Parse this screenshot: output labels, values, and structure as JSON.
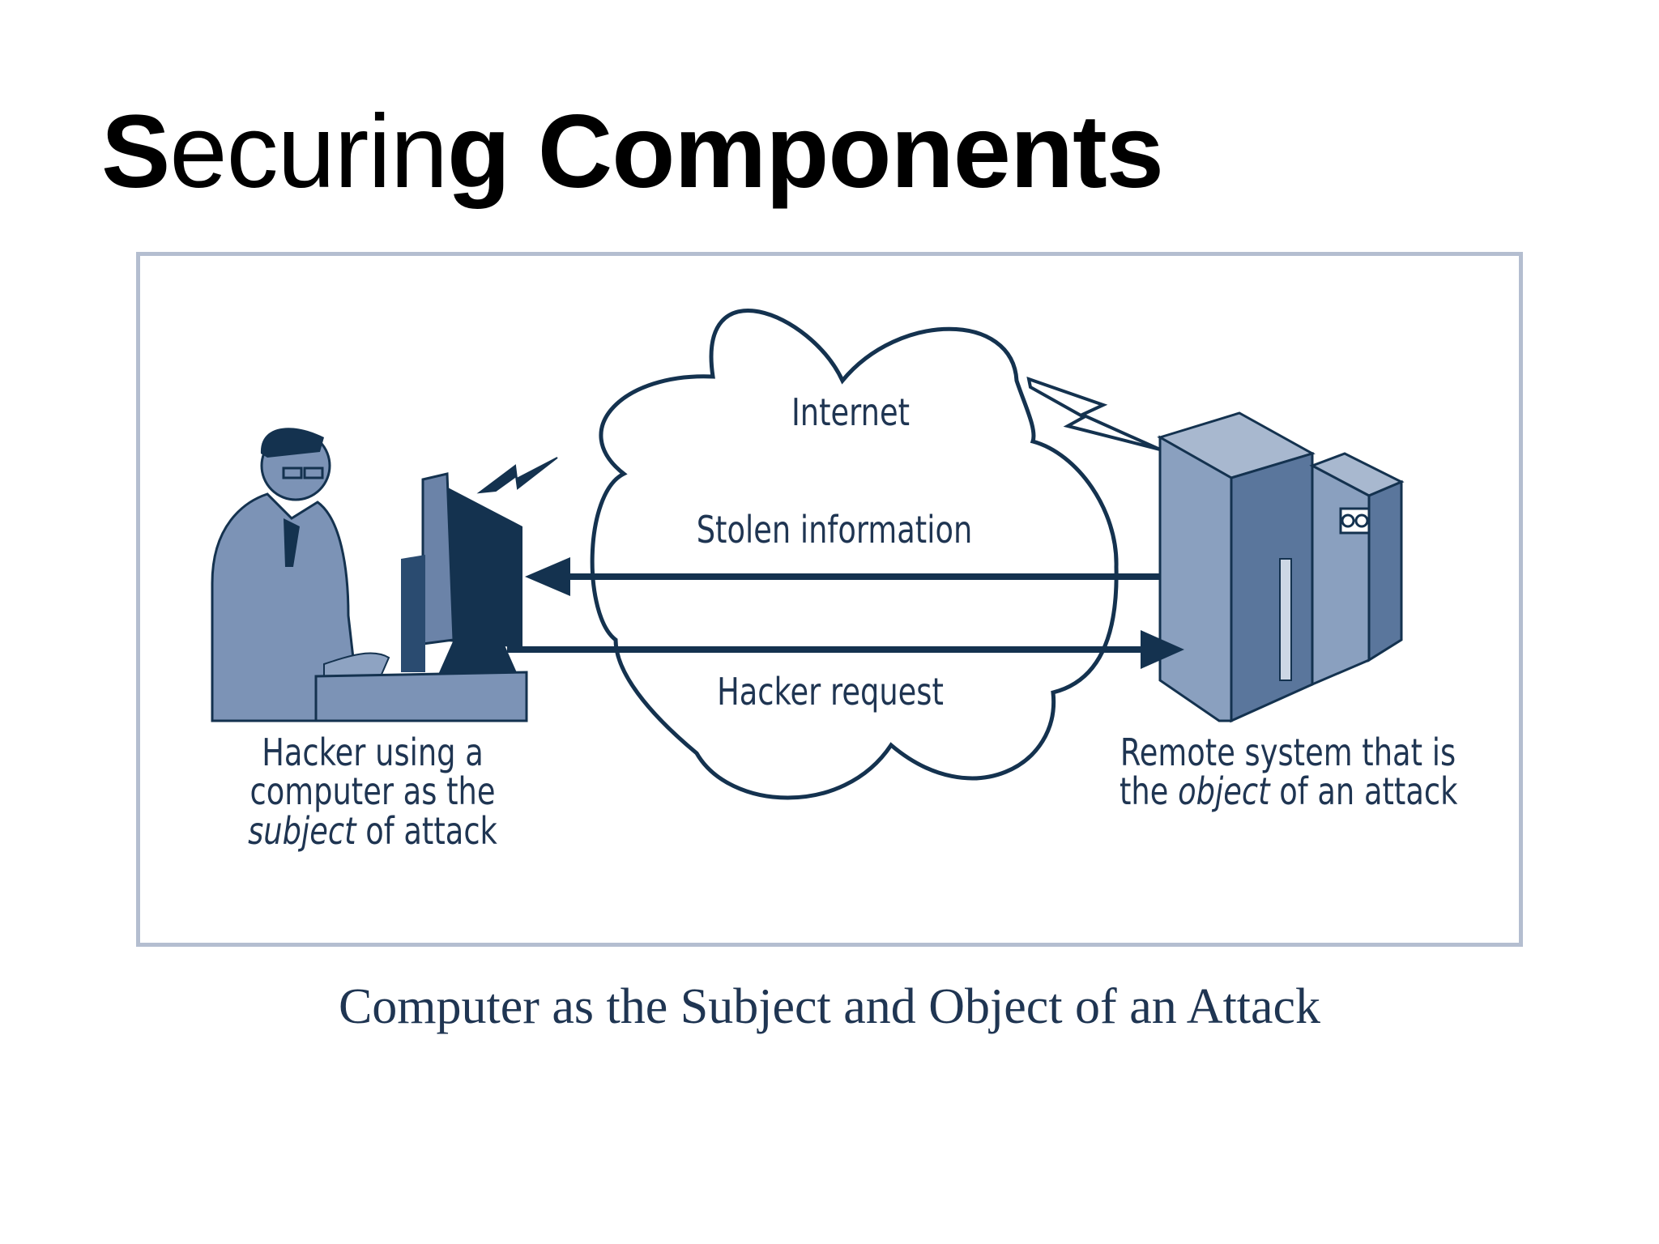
{
  "slide": {
    "title_first": "S",
    "title_rest": "ecurin",
    "title_end": "g Components"
  },
  "diagram": {
    "cloud_label": "Internet",
    "arrow_top_label": "Stolen information",
    "arrow_bottom_label": "Hacker request",
    "hacker_label_line1": "Hacker using a",
    "hacker_label_line2": "computer as the",
    "hacker_label_line3_italic": "subject",
    "hacker_label_line3_rest": " of attack",
    "remote_label_line1": "Remote system that is",
    "remote_label_line2_pre": "the ",
    "remote_label_line2_italic": "object",
    "remote_label_line2_post": " of an attack",
    "caption": "Computer as the Subject and Object of an Attack"
  },
  "colors": {
    "ink": "#1f3552",
    "navy": "#14324f",
    "frame": "#b4bed0",
    "figure_blue": "#7c93b6"
  },
  "icons": [
    "hacker-figure-icon",
    "monitor-icon",
    "lightning-icon",
    "server-icon",
    "cloud-icon"
  ]
}
